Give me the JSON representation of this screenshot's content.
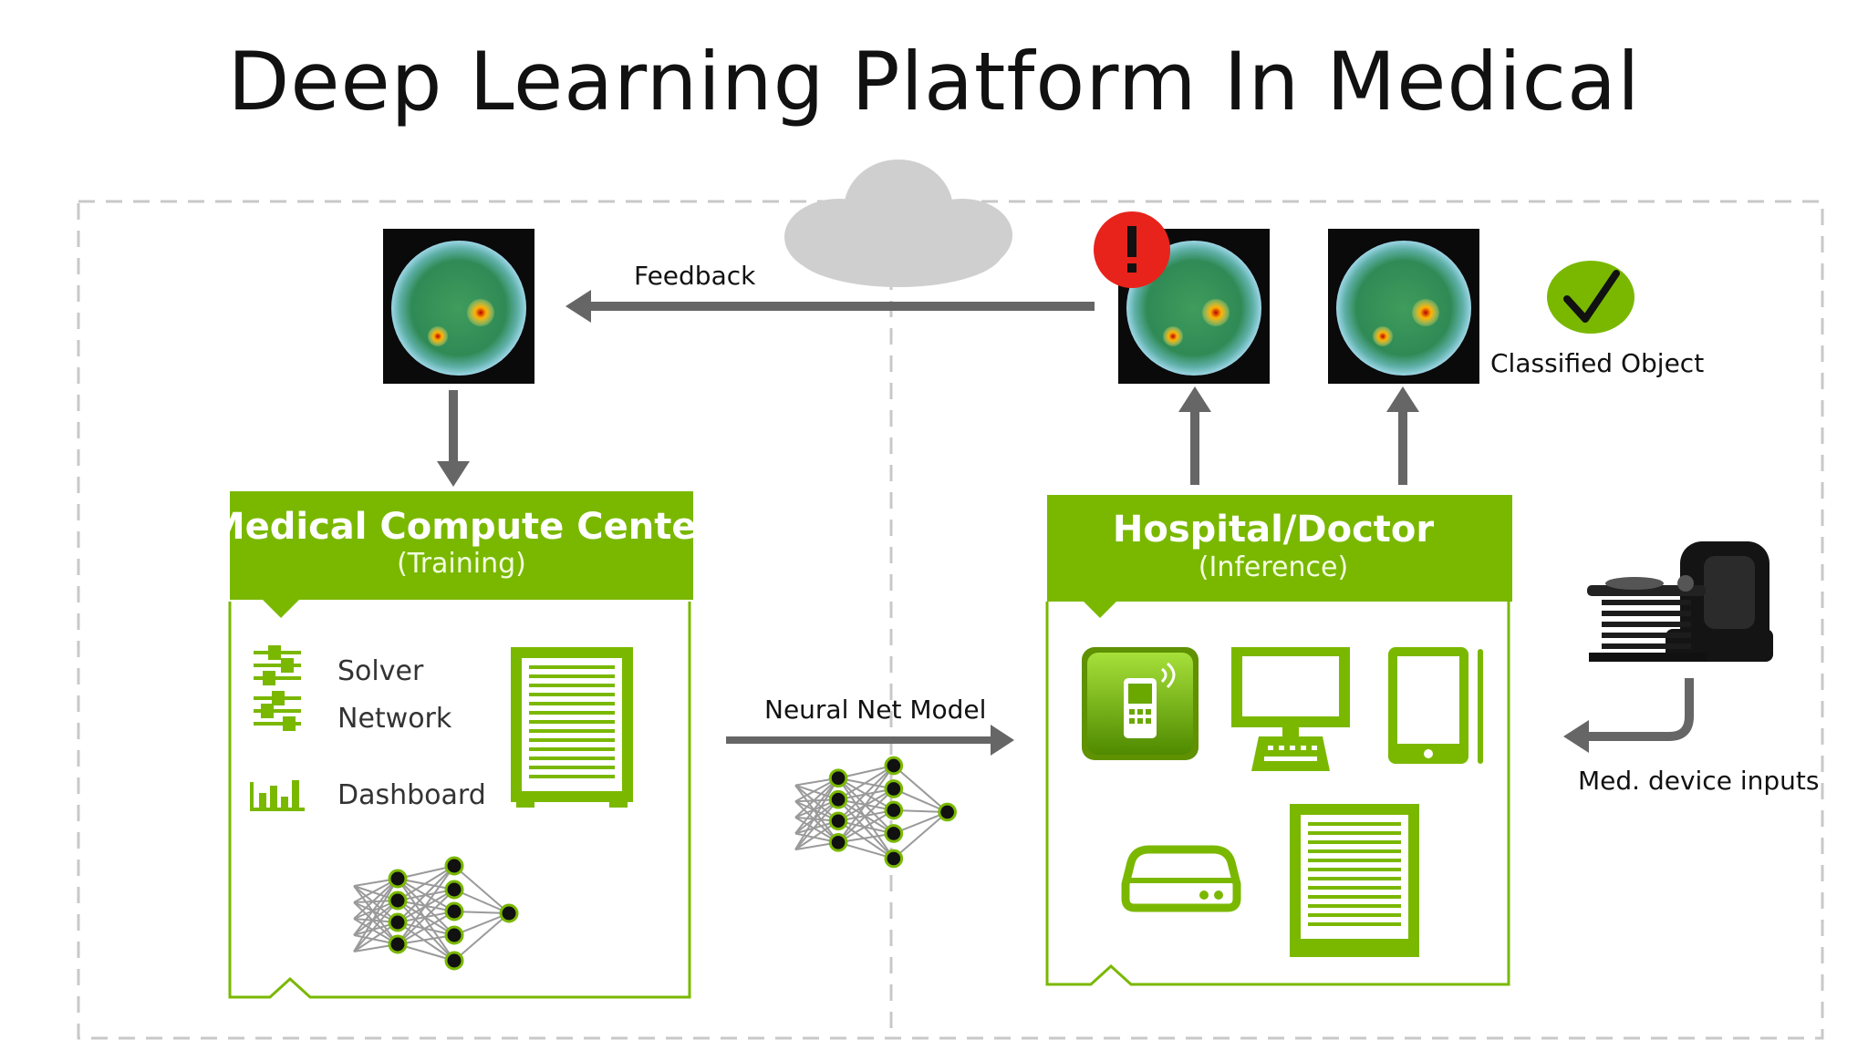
{
  "title": "Deep Learning Platform In Medical",
  "labels": {
    "feedback": "Feedback",
    "neural_net_model": "Neural Net Model",
    "classified_object": "Classified Object",
    "med_device_inputs": "Med. device inputs"
  },
  "training_panel": {
    "title": "Medical Compute Center",
    "subtitle": "(Training)",
    "menu": [
      "Solver",
      "Network",
      "Dashboard"
    ]
  },
  "inference_panel": {
    "title": "Hospital/Doctor",
    "subtitle": "(Inference)"
  },
  "colors": {
    "accent": "#7ab800",
    "accent_dark": "#5f9100",
    "arrow": "#666666",
    "border_dashed": "#c8c8c8",
    "cloud": "#cfcfcf",
    "alert": "#e8231b"
  },
  "icons": {
    "feedback_scan": "brain-scan-icon",
    "alert": "exclamation-icon",
    "check": "check-icon",
    "cloud": "cloud-icon",
    "menu_solver": "sliders-icon",
    "menu_dashboard": "bar-chart-icon",
    "server": "server-rack-icon",
    "network": "neural-network-icon",
    "phone": "mobile-phone-icon",
    "monitor": "monitor-icon",
    "tablet": "tablet-icon",
    "drive": "external-drive-icon",
    "mri": "mri-scanner-icon"
  }
}
